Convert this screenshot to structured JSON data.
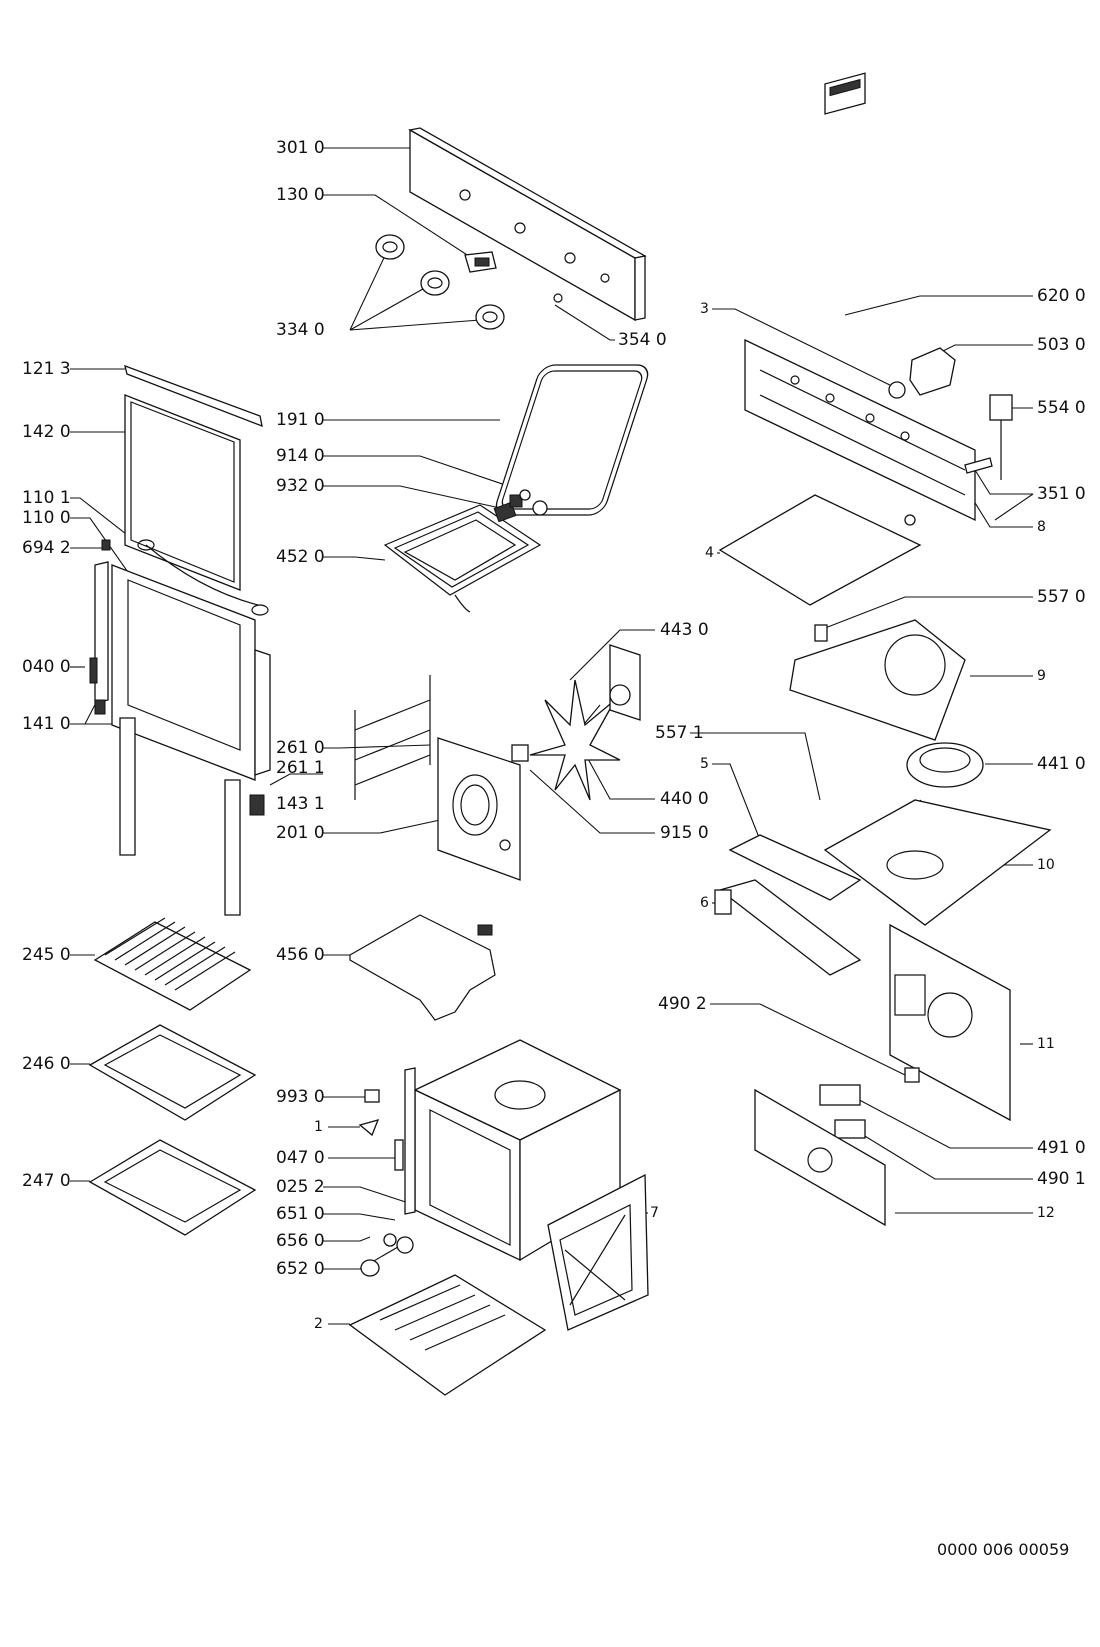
{
  "labels": {
    "l3010": "301 0",
    "l1300": "130 0",
    "l3340": "334 0",
    "l3540": "354 0",
    "l1213": "121 3",
    "l1420": "142 0",
    "l1101": "110 1",
    "l1100": "110 0",
    "l6942": "694 2",
    "l0400": "040 0",
    "l1410": "141 0",
    "l1910": "191 0",
    "l9140": "914 0",
    "l9320": "932 0",
    "l4520": "452 0",
    "l2610": "261 0",
    "l2611": "261 1",
    "l1431": "143 1",
    "l2010": "201 0",
    "l4430": "443 0",
    "l4400": "440 0",
    "l9150": "915 0",
    "l2450": "245 0",
    "l2460": "246 0",
    "l2470": "247 0",
    "l4560": "456 0",
    "l9930": "993 0",
    "l1": "1",
    "l0470": "047 0",
    "l0252": "025 2",
    "l6510": "651 0",
    "l6560": "656 0",
    "l6520": "652 0",
    "l2": "2",
    "l7": "7",
    "l3": "3",
    "l6200": "620 0",
    "l5030": "503 0",
    "l5540": "554 0",
    "l3510": "351 0",
    "l8": "8",
    "l4": "4",
    "l5570": "557 0",
    "l9": "9",
    "l5571": "557 1",
    "l5": "5",
    "l4410": "441 0",
    "l10": "10",
    "l6": "6",
    "l11": "11",
    "l4902": "490 2",
    "l4910": "491 0",
    "l4901": "490 1",
    "l12": "12"
  },
  "document_number": "0000 006 00059"
}
